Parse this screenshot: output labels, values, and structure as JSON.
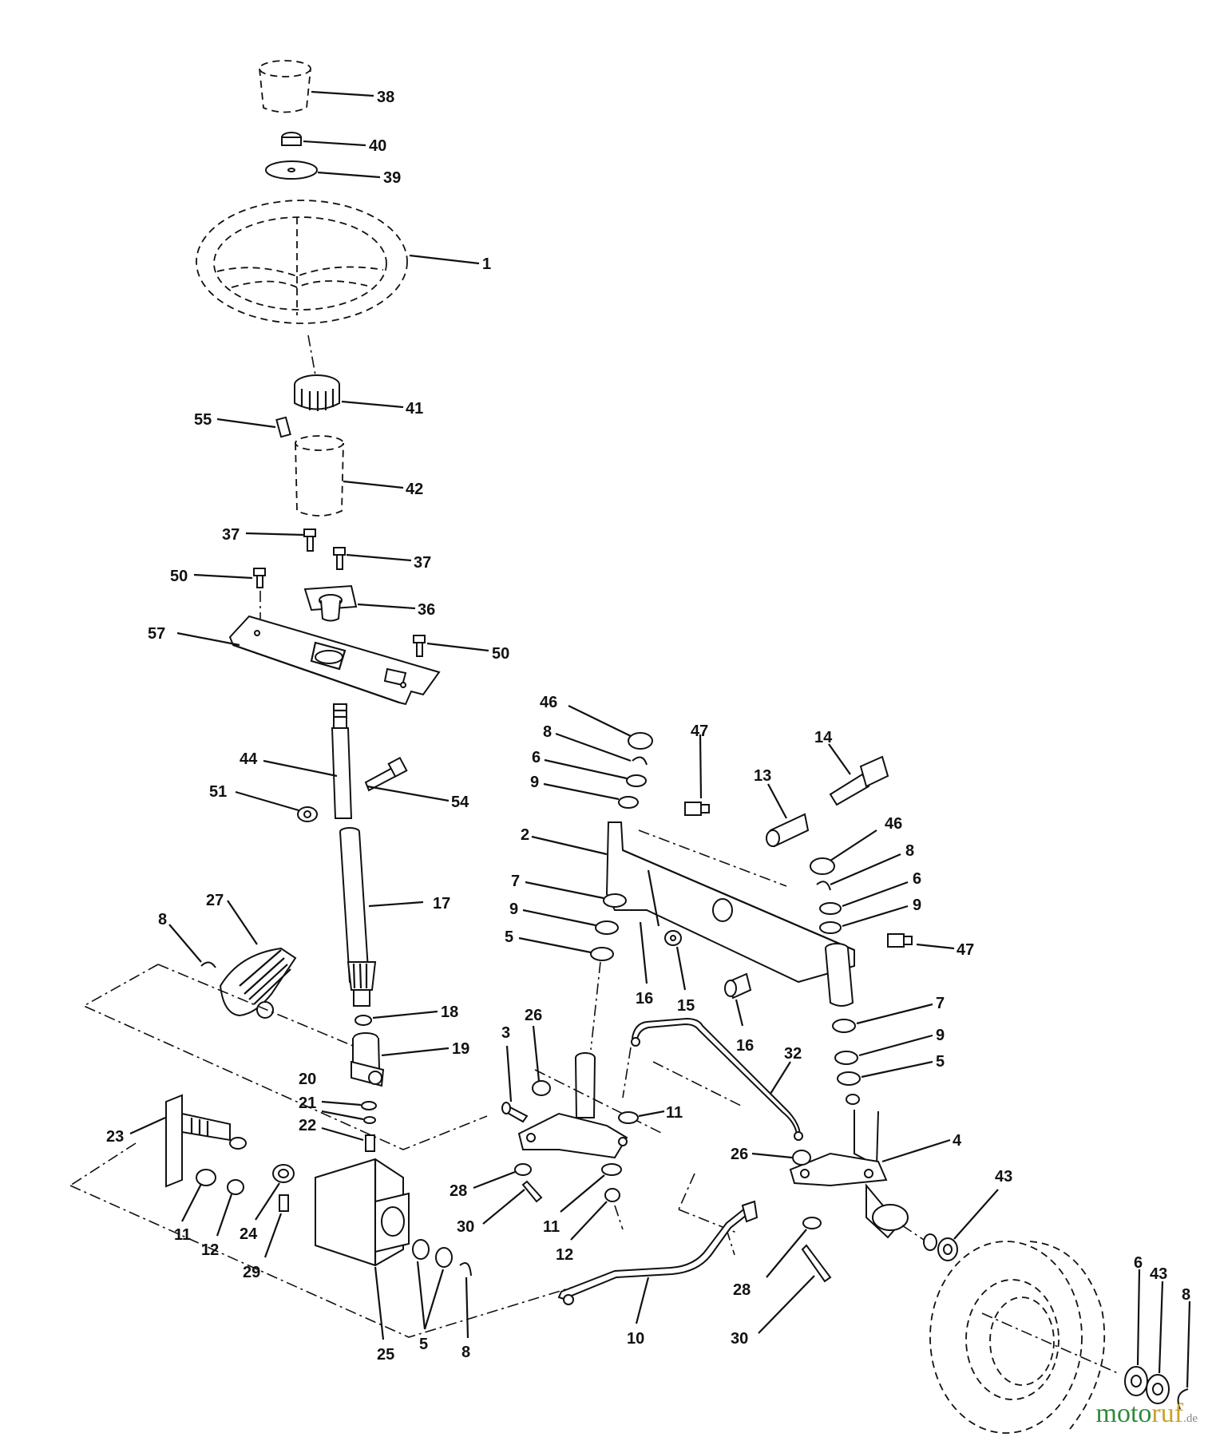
{
  "brand": {
    "letters": [
      {
        "ch": "m",
        "color": "#2f8a3a"
      },
      {
        "ch": "o",
        "color": "#2f8a3a"
      },
      {
        "ch": "t",
        "color": "#2f8a3a"
      },
      {
        "ch": "o",
        "color": "#2f8a3a"
      },
      {
        "ch": "r",
        "color": "#c9a227"
      },
      {
        "ch": "u",
        "color": "#c9a227"
      },
      {
        "ch": "f",
        "color": "#c9a227"
      }
    ],
    "suffix": ".de"
  },
  "callouts": {
    "c38": "38",
    "c40": "40",
    "c39": "39",
    "c1": "1",
    "c41": "41",
    "c55": "55",
    "c42": "42",
    "c37a": "37",
    "c37b": "37",
    "c50a": "50",
    "c36": "36",
    "c57": "57",
    "c50b": "50",
    "c46a": "46",
    "c8a": "8",
    "c6a": "6",
    "c9a": "9",
    "c47a": "47",
    "c14": "14",
    "c13": "13",
    "c44": "44",
    "c51": "51",
    "c54": "54",
    "c2": "2",
    "c46b": "46",
    "c8b": "8",
    "c6b": "6",
    "c9b": "9",
    "c7a": "7",
    "c9c": "9",
    "c5a": "5",
    "c47b": "47",
    "c17": "17",
    "c27": "27",
    "c8c": "8",
    "c16a": "16",
    "c15": "15",
    "c16b": "16",
    "c18": "18",
    "c7b": "7",
    "c9d": "9",
    "c5b": "5",
    "c3": "3",
    "c26a": "26",
    "c32": "32",
    "c19": "19",
    "c20": "20",
    "c21": "21",
    "c22": "22",
    "c11a": "11",
    "c4": "4",
    "c26b": "26",
    "c23": "23",
    "c43a": "43",
    "c28a": "28",
    "c30a": "30",
    "c11b": "11",
    "c12a": "12",
    "c11c": "11",
    "c12b": "12",
    "c24": "24",
    "c29": "29",
    "c28b": "28",
    "c10": "10",
    "c30b": "30",
    "c25": "25",
    "c5c": "5",
    "c8d": "8",
    "c6c": "6",
    "c43b": "43",
    "c8e": "8"
  }
}
